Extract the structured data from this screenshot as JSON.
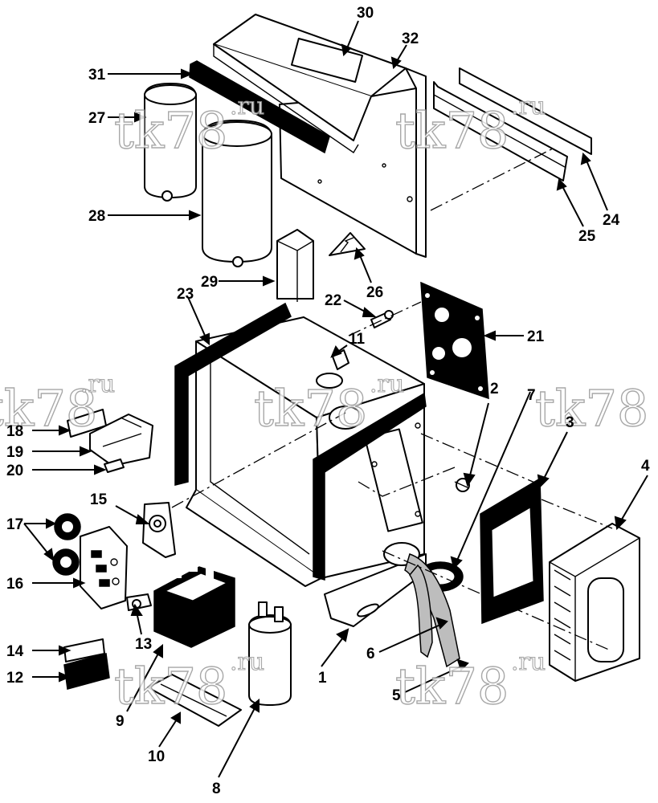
{
  "watermark": {
    "text": "tk78",
    "suffix": ".ru"
  },
  "callouts": [
    "1",
    "2",
    "3",
    "4",
    "5",
    "6",
    "7",
    "8",
    "9",
    "10",
    "11",
    "12",
    "13",
    "14",
    "15",
    "16",
    "17",
    "18",
    "19",
    "20",
    "21",
    "22",
    "23",
    "24",
    "25",
    "26",
    "27",
    "28",
    "29",
    "30",
    "31",
    "32"
  ]
}
